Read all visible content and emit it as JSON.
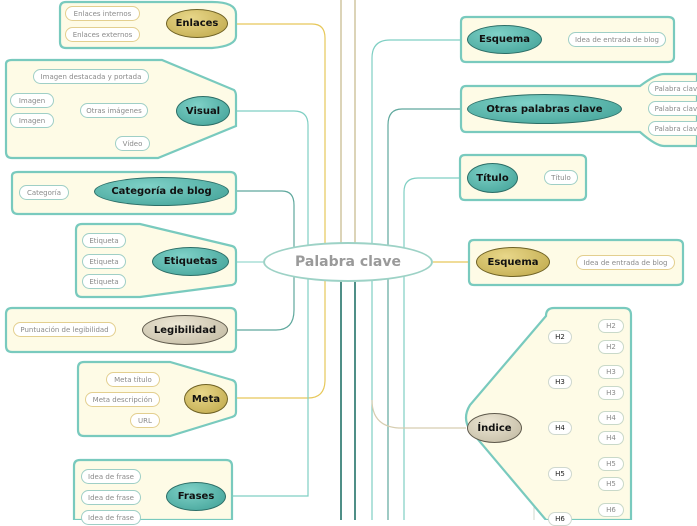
{
  "center": "Palabra clave",
  "left": {
    "enlaces": {
      "title": "Enlaces",
      "items": [
        "Enlaces internos",
        "Enlaces externos"
      ]
    },
    "visual": {
      "title": "Visual",
      "items": [
        "Imagen destacada y portada",
        "Otras imágenes",
        "Vídeo"
      ],
      "sub": [
        "Imagen",
        "Imagen"
      ]
    },
    "categoria": {
      "title": "Categoría de blog",
      "items": [
        "Categoría"
      ]
    },
    "etiquetas": {
      "title": "Etiquetas",
      "items": [
        "Etiqueta",
        "Etiqueta",
        "Etiqueta"
      ]
    },
    "legibilidad": {
      "title": "Legibilidad",
      "items": [
        "Puntuación de legibilidad"
      ]
    },
    "meta": {
      "title": "Meta",
      "items": [
        "Meta título",
        "Meta descripción",
        "URL"
      ]
    },
    "frases": {
      "title": "Frases",
      "items": [
        "Idea de frase",
        "Idea de frase",
        "Idea de frase"
      ]
    }
  },
  "right": {
    "esquema1": {
      "title": "Esquema",
      "items": [
        "Idea de entrada de blog"
      ]
    },
    "otras": {
      "title": "Otras palabras clave",
      "items": [
        "Palabra clave",
        "Palabra clave",
        "Palabra clave"
      ]
    },
    "titulo": {
      "title": "Título",
      "items": [
        "Título"
      ]
    },
    "esquema2": {
      "title": "Esquema",
      "items": [
        "Idea de entrada de blog"
      ]
    },
    "indice": {
      "title": "Índice",
      "h": [
        "H2",
        "H3",
        "H4",
        "H5",
        "H6"
      ],
      "sub": [
        "H2",
        "H2",
        "H3",
        "H3",
        "H4",
        "H4",
        "H5",
        "H5",
        "H6"
      ]
    }
  }
}
